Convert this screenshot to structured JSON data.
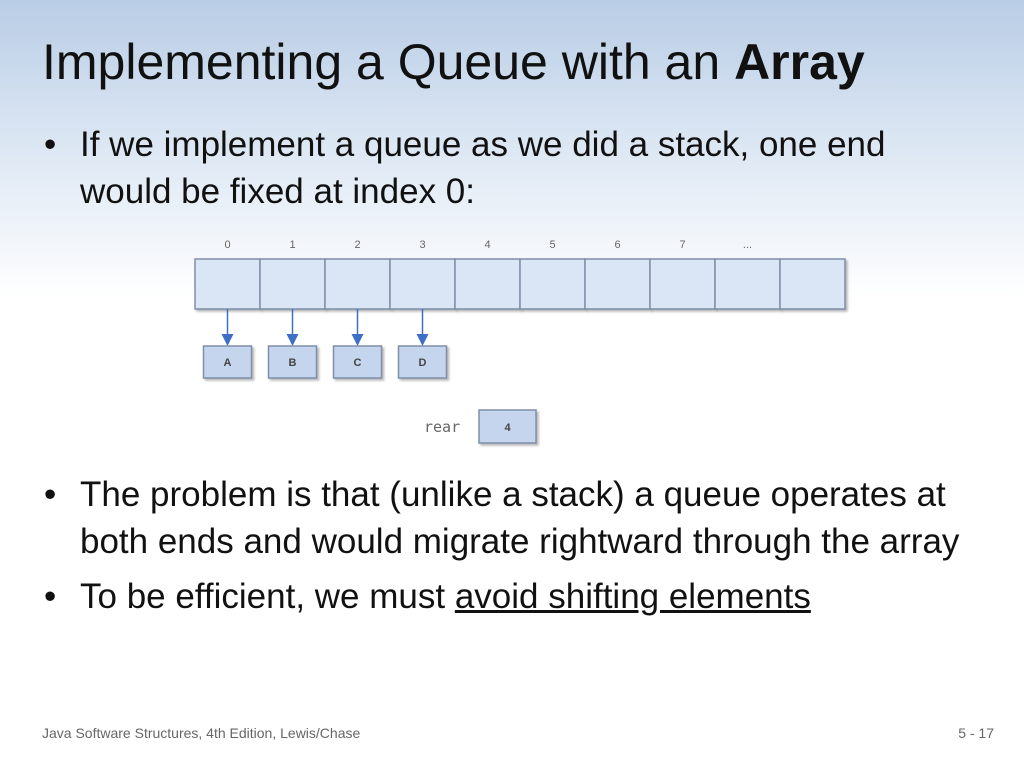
{
  "slide": {
    "title_prefix": "Implementing a Queue with an ",
    "title_emphasis": "Array",
    "bullets_top": [
      "If we implement a queue as we did a stack, one end would be fixed at index 0:"
    ],
    "bullet_problem": "The problem is that (unlike a stack) a queue operates at both ends and would migrate rightward through the array",
    "bullet_efficient_prefix": "To be efficient, we must ",
    "bullet_efficient_underlined": "avoid shifting elements"
  },
  "diagram": {
    "indices": [
      "0",
      "1",
      "2",
      "3",
      "4",
      "5",
      "6",
      "7",
      "..."
    ],
    "cell_count": 10,
    "elements": [
      "A",
      "B",
      "C",
      "D"
    ],
    "rear_label": "rear",
    "rear_value": "4",
    "colors": {
      "cell_fill": "#dae6f6",
      "cell_border": "#7f8fa8",
      "element_fill": "#c5d5ee",
      "arrow": "#3e6fc6"
    }
  },
  "footer": {
    "source": "Java Software Structures, 4th Edition, Lewis/Chase",
    "page": "5 - 17"
  }
}
